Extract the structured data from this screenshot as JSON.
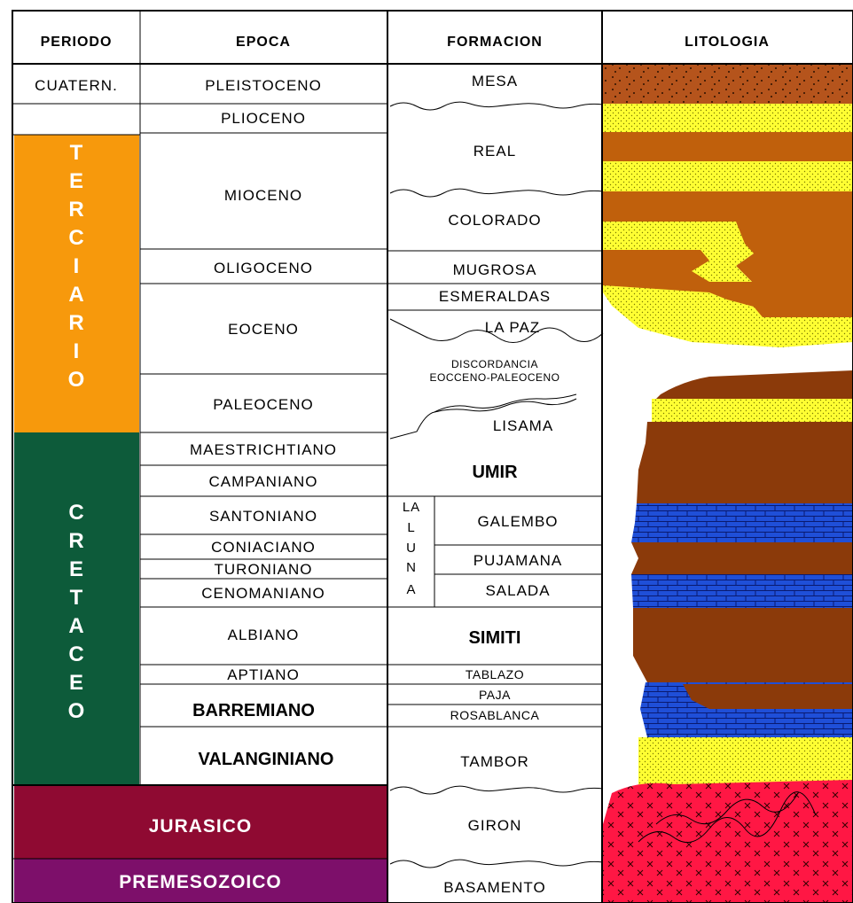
{
  "headers": {
    "periodo": "PERIODO",
    "epoca": "EPOCA",
    "formacion": "FORMACION",
    "litologia": "LITOLOGIA"
  },
  "periods": {
    "cuaternario": "CUATERN.",
    "terciario": "TERCIARIO",
    "cretaceo": "CRETACEO",
    "jurasico": "JURASICO",
    "premesozoico": "PREMESOZOICO"
  },
  "epochs": [
    "PLEISTOCENO",
    "PLIOCENO",
    "MIOCENO",
    "OLIGOCENO",
    "EOCENO",
    "PALEOCENO",
    "MAESTRICHTIANO",
    "CAMPANIANO",
    "SANTONIANO",
    "CONIACIANO",
    "TURONIANO",
    "CENOMANIANO",
    "ALBIANO",
    "APTIANO",
    "BARREMIANO",
    "VALANGINIANO"
  ],
  "formations": [
    "MESA",
    "REAL",
    "COLORADO",
    "MUGROSA",
    "ESMERALDAS",
    "LA PAZ",
    "DISCORDANCIA",
    "EOCCENO-PALEOCENO",
    "LISAMA",
    "UMIR",
    "GALEMBO",
    "PUJAMANA",
    "SALADA",
    "SIMITI",
    "TABLAZO",
    "PAJA",
    "ROSABLANCA",
    "TAMBOR",
    "GIRON",
    "BASAMENTO"
  ],
  "la_luna_letters": [
    "LA",
    "L",
    "U",
    "N",
    "A"
  ],
  "colors": {
    "terciario": "#f7990c",
    "cretaceo": "#0d5b3a",
    "jurasico": "#8f0a32",
    "premesozoico": "#7d0f6a",
    "sandstone": "#ffff33",
    "shale": "#c0600c",
    "mudstone": "#8b3a0a",
    "limestone": "#1f4fd8",
    "conglomerate": "#b5541c",
    "red_beds": "#ff1744"
  }
}
